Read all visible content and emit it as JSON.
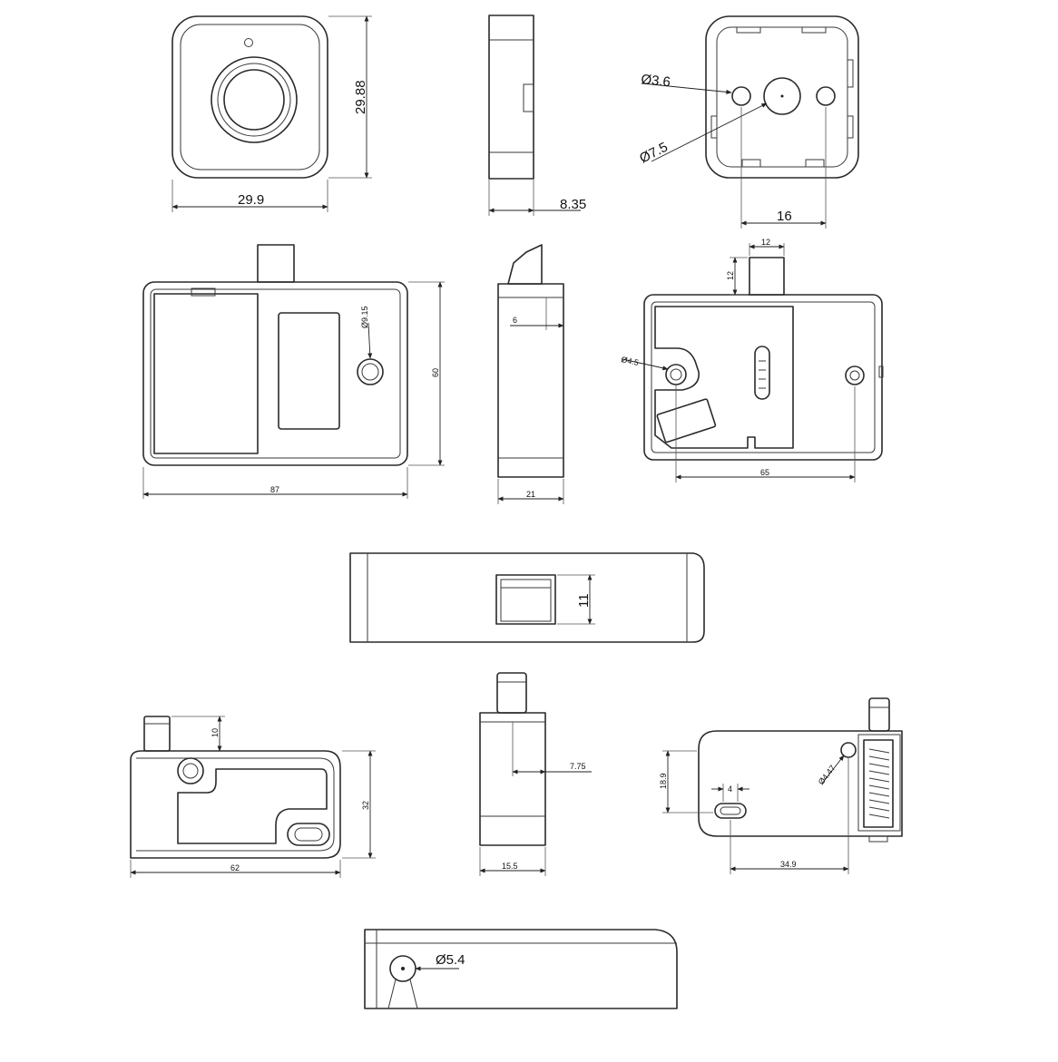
{
  "drawing": {
    "fingerprint_sensor": {
      "front_width": "29.9",
      "front_height": "29.88",
      "side_depth": "8.35",
      "back_small_hole": "Ø3.6",
      "back_center_hole": "Ø7.5",
      "back_hole_spacing": "16"
    },
    "lock_body": {
      "front_width": "87",
      "front_height": "60",
      "front_button_hole": "Ø9.15",
      "side_depth": "21",
      "side_bolt_step": "6",
      "back_bolt_width": "12",
      "back_bolt_length": "12",
      "back_mount_hole": "Ø4.5",
      "back_hole_spacing": "65",
      "bottom_bolt_height": "11"
    },
    "strike_plate": {
      "front_width": "62",
      "front_height": "32",
      "front_pin_height": "10",
      "side_depth": "15.5",
      "side_pin_offset": "7.75",
      "back_slot_width": "4",
      "back_height": "18.9",
      "back_spacing": "34.9",
      "back_hole": "Ø4.47",
      "bottom_hole": "Ø5.4"
    }
  }
}
